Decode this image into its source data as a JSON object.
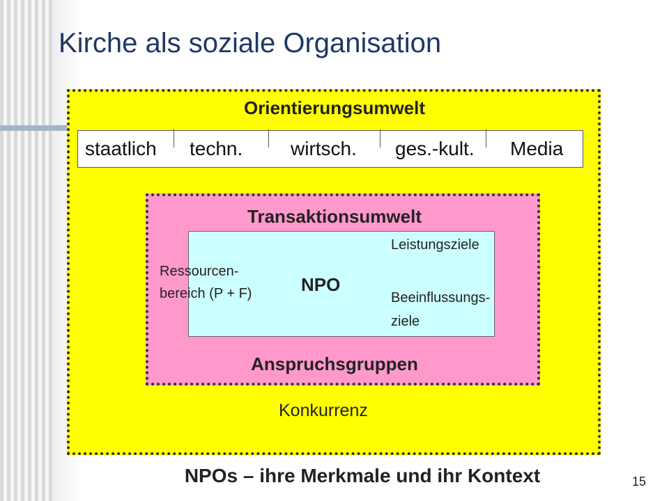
{
  "slide": {
    "title": "Kirche als soziale Organisation",
    "footer": "NPOs – ihre Merkmale und ihr Kontext",
    "page_number": "15"
  },
  "diagram": {
    "outer": {
      "label": "Orientierungsumwelt",
      "color": "#ffff00",
      "environments": [
        "staatlich",
        "techn.",
        "wirtsch.",
        "ges.-kult.",
        "Media"
      ],
      "bottom_label": "Konkurrenz"
    },
    "middle": {
      "label": "Transaktionsumwelt",
      "bottom_label": "Anspruchsgruppen",
      "color": "#ff99cc"
    },
    "inner": {
      "label": "NPO",
      "color": "#ccffff",
      "resources_line1": "Ressourcen-",
      "resources_line2": "bereich (P + F)",
      "goal_performance": "Leistungsziele",
      "goal_influence_line1": "Beeinflussungs-",
      "goal_influence_line2": "ziele"
    }
  }
}
